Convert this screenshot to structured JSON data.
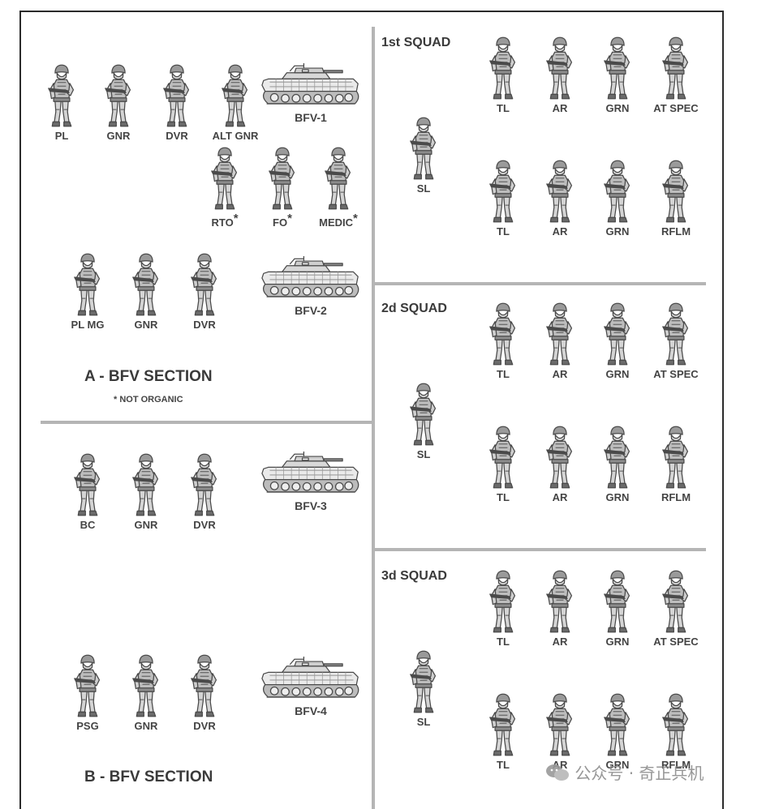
{
  "sections": {
    "a": {
      "title": "A - BFV SECTION",
      "note": "* NOT ORGANIC",
      "vehicles": [
        "BFV-1",
        "BFV-2"
      ],
      "row1": [
        "PL",
        "GNR",
        "DVR",
        "ALT GNR"
      ],
      "attached": [
        {
          "label": "RTO",
          "mark": "*"
        },
        {
          "label": "FO",
          "mark": "*"
        },
        {
          "label": "MEDIC",
          "mark": "*"
        }
      ],
      "row2": [
        "PL MG",
        "GNR",
        "DVR"
      ]
    },
    "b": {
      "title": "B - BFV SECTION",
      "vehicles": [
        "BFV-3",
        "BFV-4"
      ],
      "row1": [
        "BC",
        "GNR",
        "DVR"
      ],
      "row2": [
        "PSG",
        "GNR",
        "DVR"
      ]
    }
  },
  "squads": [
    {
      "title": "1st SQUAD",
      "leader": "SL",
      "team1": [
        "TL",
        "AR",
        "GRN",
        "AT SPEC"
      ],
      "team2": [
        "TL",
        "AR",
        "GRN",
        "RFLM"
      ]
    },
    {
      "title": "2d SQUAD",
      "leader": "SL",
      "team1": [
        "TL",
        "AR",
        "GRN",
        "AT SPEC"
      ],
      "team2": [
        "TL",
        "AR",
        "GRN",
        "RFLM"
      ]
    },
    {
      "title": "3d SQUAD",
      "leader": "SL",
      "team1": [
        "TL",
        "AR",
        "GRN",
        "AT SPEC"
      ],
      "team2": [
        "TL",
        "AR",
        "GRN",
        "RFLM"
      ]
    }
  ],
  "watermark": "公众号 · 奇正兵机",
  "icons": {
    "soldier": "soldier-icon",
    "vehicle": "bradley-ifv-icon"
  },
  "colors": {
    "line": "#b5b5b5",
    "border": "#2b2b2b",
    "text": "#3a3a3a",
    "figure": "#555555"
  }
}
